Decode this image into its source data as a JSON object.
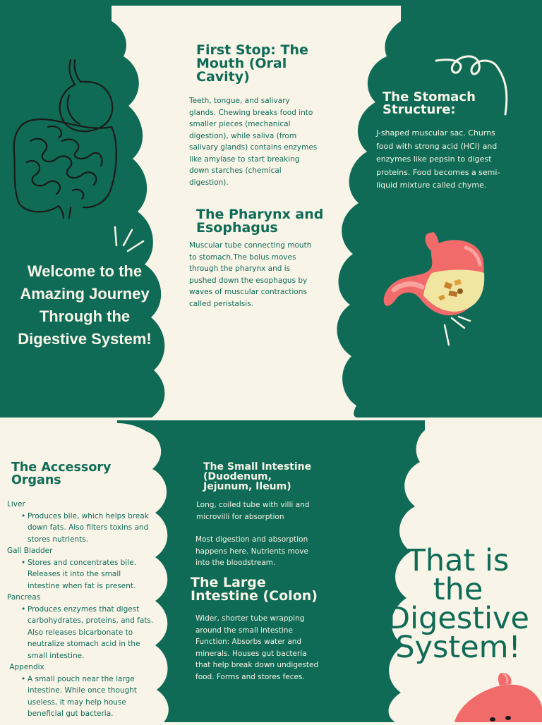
{
  "panel1": {
    "welcome_title": "Welcome to the Amazing Journey Through the Digestive System!"
  },
  "panel2": {
    "mouth": {
      "heading": "First Stop: The Mouth (Oral Cavity)",
      "text": "Teeth, tongue, and salivary glands. Chewing breaks food into smaller pieces (mechanical digestion), while saliva (from salivary glands) contains enzymes like amylase to start breaking down starches (chemical digestion)."
    },
    "pharynx": {
      "heading": "The Pharynx and Esophagus",
      "text": "Muscular tube connecting mouth to stomach.The bolus moves through the pharynx and is pushed down the esophagus by waves of muscular contractions called peristalsis."
    }
  },
  "panel3": {
    "stomach": {
      "heading": "The Stomach Structure:",
      "text": "J-shaped muscular sac. Churns food with strong acid (HCl) and enzymes like pepsin to digest proteins. Food becomes a semi-liquid mixture called chyme."
    }
  },
  "panel4": {
    "heading": "The Accessory Organs",
    "organs": [
      {
        "name": "Liver",
        "text": "Produces bile, which helps break down fats. Also filters toxins and stores nutrients."
      },
      {
        "name": "Gall Bladder",
        "text": "Stores and concentrates bile. Releases it into the small intestine when fat is present."
      },
      {
        "name": "Pancreas",
        "text": "Produces enzymes that digest carbohydrates, proteins, and fats. Also releases bicarbonate to neutralize stomach acid in the small intestine."
      },
      {
        "name": " Appendix",
        "text": "A small pouch near the large intestine. While once thought useless, it may help house beneficial gut bacteria."
      }
    ]
  },
  "panel5": {
    "small_intestine": {
      "heading": "The Small Intestine (Duodenum, Jejunum, Ileum)",
      "text1": "Long, coiled tube with villi and microvilli for absorption",
      "text2": "Most digestion and absorption happens here. Nutrients move into the bloodstream."
    },
    "large_intestine": {
      "heading": "The Large Intestine (Colon)",
      "text": "Wider, shorter tube wrapping around the small intestine Function: Absorbs water and minerals. Houses gut bacteria that help break down undigested food. Forms and stores feces."
    }
  },
  "panel6": {
    "closing_title": "That is the Digestive System!"
  },
  "colors": {
    "green": "#0f6b56",
    "cream": "#f8f4e8",
    "stomach_pink": "#f26b6b",
    "stomach_light": "#f9a3a0",
    "chyme_yellow": "#f1e6a1"
  },
  "icons": [
    "digestive-tract-icon",
    "stomach-icon",
    "squiggle-doodle",
    "sparkle-lines"
  ]
}
